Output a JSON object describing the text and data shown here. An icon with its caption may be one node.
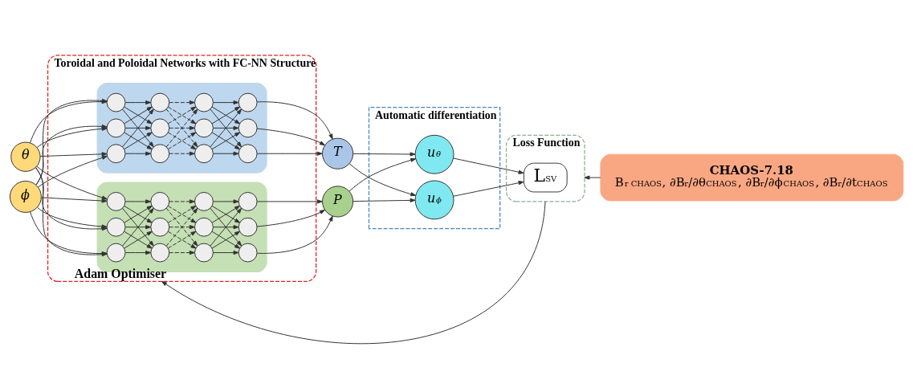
{
  "diagram": {
    "nodes": [
      {
        "text": [
          "θ"
        ]
      },
      {
        "text": [
          "ϕ"
        ]
      },
      {
        "text": [
          "Toroidal and Poloidal Networks with FC-NN Structure"
        ]
      },
      {
        "text": [],
        "shape": "box",
        "in": 2
      },
      {
        "text": [],
        "shape": "circle",
        "in": 3
      },
      {
        "text": [],
        "shape": "circle",
        "in": 3
      },
      {
        "text": [],
        "shape": "circle",
        "in": 3
      },
      {
        "text": [],
        "shape": "circle",
        "in": 3
      },
      {
        "text": [],
        "shape": "circle",
        "in": 3
      },
      {
        "text": [],
        "shape": "circle",
        "in": 3
      },
      {
        "text": [],
        "shape": "circle",
        "in": 3
      },
      {
        "text": [],
        "shape": "circle",
        "in": 3
      },
      {
        "text": [],
        "shape": "circle",
        "in": 3
      },
      {
        "text": [],
        "shape": "circle",
        "in": 3
      },
      {
        "text": [],
        "shape": "circle",
        "in": 3
      },
      {
        "text": [],
        "shape": "circle",
        "in": 3
      },
      {
        "text": [],
        "shape": "box",
        "in": 2
      },
      {
        "text": [],
        "shape": "circle",
        "in": 16
      },
      {
        "text": [],
        "shape": "circle",
        "in": 16
      },
      {
        "text": [],
        "shape": "circle",
        "in": 16
      },
      {
        "text": [],
        "shape": "circle",
        "in": 16
      },
      {
        "text": [],
        "shape": "circle",
        "in": 16
      },
      {
        "text": [],
        "shape": "circle",
        "in": 16
      },
      {
        "text": [],
        "shape": "circle",
        "in": 16
      },
      {
        "text": [],
        "shape": "circle",
        "in": 16
      },
      {
        "text": [],
        "shape": "circle",
        "in": 16
      },
      {
        "text": [],
        "shape": "circle",
        "in": 16
      },
      {
        "text": [],
        "shape": "circle",
        "in": 16
      },
      {
        "text": [],
        "shape": "circle",
        "in": 16
      },
      {
        "text": [
          "T"
        ]
      },
      {
        "text": [
          "P"
        ]
      },
      {
        "text": [
          "Automatic differentiation"
        ]
      },
      {
        "text": [
          "u$_{θ}$"
        ],
        "in": 31
      },
      {
        "text": [
          "u$_{ϕ}$"
        ],
        "in": 31
      },
      {
        "text": [
          "Loss Function"
        ]
      },
      {
        "text": [
          "L$_{SV}$"
        ],
        "in": 34
      },
      {
        "text": [
          "CHAOS-7.18",
          "B$_{r CHAOS}$, ∂B$_{r}$/∂θ$_{CHAOS}$, ∂B$_{r}$/∂ϕ$_{CHAOS}$, ∂B$_{r}$/∂t$_{CHAOS}$"
        ]
      }
    ],
    "edges": [
      {
        "from": 0,
        "to": 4,
        "arrow": "to"
      },
      {
        "from": 0,
        "to": 5,
        "arrow": "to"
      },
      {
        "from": 0,
        "to": 6,
        "arrow": "to"
      },
      {
        "from": 0,
        "to": 17,
        "arrow": "to"
      },
      {
        "from": 0,
        "to": 18,
        "arrow": "to"
      },
      {
        "from": 0,
        "to": 19,
        "arrow": "to"
      },
      {
        "from": 1,
        "to": 4,
        "arrow": "to"
      },
      {
        "from": 1,
        "to": 5,
        "arrow": "to"
      },
      {
        "from": 1,
        "to": 6,
        "arrow": "to"
      },
      {
        "from": 1,
        "to": 17,
        "arrow": "to"
      },
      {
        "from": 1,
        "to": 18,
        "arrow": "to"
      },
      {
        "from": 1,
        "to": 19,
        "arrow": "to"
      },
      {
        "from": 4,
        "to": 7,
        "arrow": "to"
      },
      {
        "from": 4,
        "to": 8,
        "arrow": "to"
      },
      {
        "from": 4,
        "to": 9,
        "arrow": "to"
      },
      {
        "from": 5,
        "to": 7,
        "arrow": "to"
      },
      {
        "from": 5,
        "to": 8,
        "arrow": "to"
      },
      {
        "from": 5,
        "to": 9,
        "arrow": "to"
      },
      {
        "from": 6,
        "to": 7,
        "arrow": "to"
      },
      {
        "from": 6,
        "to": 8,
        "arrow": "to"
      },
      {
        "from": 6,
        "to": 9,
        "arrow": "to"
      },
      {
        "from": 7,
        "to": 10,
        "arrow": "to",
        "style": "dashed"
      },
      {
        "from": 7,
        "to": 11,
        "arrow": "to",
        "style": "dashed"
      },
      {
        "from": 7,
        "to": 12,
        "arrow": "to",
        "style": "dashed"
      },
      {
        "from": 8,
        "to": 10,
        "arrow": "to",
        "style": "dashed"
      },
      {
        "from": 8,
        "to": 11,
        "arrow": "to",
        "style": "dashed"
      },
      {
        "from": 8,
        "to": 12,
        "arrow": "to",
        "style": "dashed"
      },
      {
        "from": 9,
        "to": 10,
        "arrow": "to",
        "style": "dashed"
      },
      {
        "from": 9,
        "to": 11,
        "arrow": "to",
        "style": "dashed"
      },
      {
        "from": 9,
        "to": 12,
        "arrow": "to",
        "style": "dashed"
      },
      {
        "from": 10,
        "to": 13,
        "arrow": "to"
      },
      {
        "from": 10,
        "to": 14,
        "arrow": "to"
      },
      {
        "from": 10,
        "to": 15,
        "arrow": "to"
      },
      {
        "from": 11,
        "to": 13,
        "arrow": "to"
      },
      {
        "from": 11,
        "to": 14,
        "arrow": "to"
      },
      {
        "from": 11,
        "to": 15,
        "arrow": "to"
      },
      {
        "from": 12,
        "to": 13,
        "arrow": "to"
      },
      {
        "from": 12,
        "to": 14,
        "arrow": "to"
      },
      {
        "from": 12,
        "to": 15,
        "arrow": "to"
      },
      {
        "from": 13,
        "to": 29,
        "arrow": "to"
      },
      {
        "from": 14,
        "to": 29,
        "arrow": "to"
      },
      {
        "from": 15,
        "to": 29,
        "arrow": "to"
      },
      {
        "from": 17,
        "to": 20,
        "arrow": "to"
      },
      {
        "from": 17,
        "to": 21,
        "arrow": "to"
      },
      {
        "from": 17,
        "to": 22,
        "arrow": "to"
      },
      {
        "from": 18,
        "to": 20,
        "arrow": "to"
      },
      {
        "from": 18,
        "to": 21,
        "arrow": "to"
      },
      {
        "from": 18,
        "to": 22,
        "arrow": "to"
      },
      {
        "from": 19,
        "to": 20,
        "arrow": "to"
      },
      {
        "from": 19,
        "to": 21,
        "arrow": "to"
      },
      {
        "from": 19,
        "to": 22,
        "arrow": "to"
      },
      {
        "from": 20,
        "to": 23,
        "arrow": "to",
        "style": "dashed"
      },
      {
        "from": 20,
        "to": 24,
        "arrow": "to",
        "style": "dashed"
      },
      {
        "from": 20,
        "to": 25,
        "arrow": "to",
        "style": "dashed"
      },
      {
        "from": 21,
        "to": 23,
        "arrow": "to",
        "style": "dashed"
      },
      {
        "from": 21,
        "to": 24,
        "arrow": "to",
        "style": "dashed"
      },
      {
        "from": 21,
        "to": 25,
        "arrow": "to",
        "style": "dashed"
      },
      {
        "from": 22,
        "to": 23,
        "arrow": "to",
        "style": "dashed"
      },
      {
        "from": 22,
        "to": 24,
        "arrow": "to",
        "style": "dashed"
      },
      {
        "from": 22,
        "to": 25,
        "arrow": "to",
        "style": "dashed"
      },
      {
        "from": 23,
        "to": 26,
        "arrow": "to"
      },
      {
        "from": 23,
        "to": 27,
        "arrow": "to"
      },
      {
        "from": 23,
        "to": 28,
        "arrow": "to"
      },
      {
        "from": 24,
        "to": 26,
        "arrow": "to"
      },
      {
        "from": 24,
        "to": 27,
        "arrow": "to"
      },
      {
        "from": 24,
        "to": 28,
        "arrow": "to"
      },
      {
        "from": 25,
        "to": 26,
        "arrow": "to"
      },
      {
        "from": 25,
        "to": 27,
        "arrow": "to"
      },
      {
        "from": 25,
        "to": 28,
        "arrow": "to"
      },
      {
        "from": 26,
        "to": 30,
        "arrow": "to"
      },
      {
        "from": 27,
        "to": 30,
        "arrow": "to"
      },
      {
        "from": 28,
        "to": 30,
        "arrow": "to"
      },
      {
        "from": 29,
        "to": 32,
        "arrow": "to"
      },
      {
        "from": 29,
        "to": 33,
        "arrow": "to"
      },
      {
        "from": 30,
        "to": 32,
        "arrow": "to"
      },
      {
        "from": 30,
        "to": 33,
        "arrow": "to"
      },
      {
        "from": 32,
        "to": 35,
        "arrow": "to"
      },
      {
        "from": 33,
        "to": 35,
        "arrow": "to"
      },
      {
        "from": 36,
        "to": 34,
        "arrow": "to"
      },
      {
        "from": 34,
        "to": 2,
        "arrow": "to",
        "label": "Adam Optimiser"
      }
    ]
  }
}
